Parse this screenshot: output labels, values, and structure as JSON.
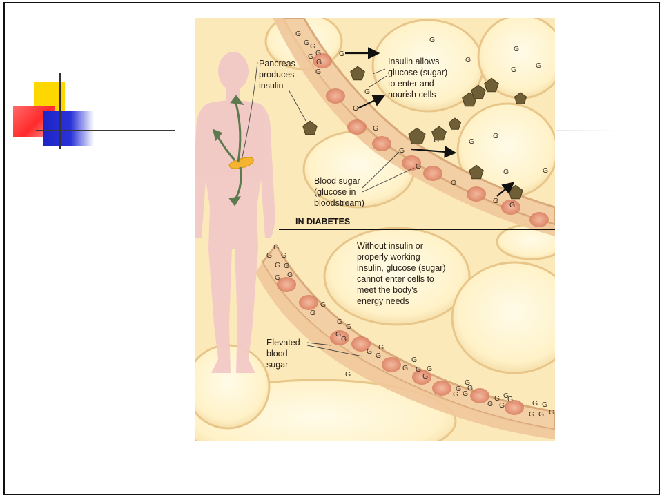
{
  "figure": {
    "labels": {
      "pancreas": [
        "Pancreas",
        "produces",
        "insulin"
      ],
      "insulin_allows": [
        "Insulin allows",
        "glucose (sugar)",
        "to enter and",
        "nourish cells"
      ],
      "blood_sugar": [
        "Blood sugar",
        "(glucose in",
        "bloodstream)"
      ],
      "section_heading": "IN DIABETES",
      "without_insulin": [
        "Without insulin or",
        "properly working",
        "insulin, glucose (sugar)",
        "cannot enter cells to",
        "meet the body's",
        "energy needs"
      ],
      "elevated": [
        "Elevated",
        "blood",
        "sugar"
      ]
    },
    "glucose_letter": "G",
    "colors": {
      "background": "#fdeec4",
      "cell": "#fff6d6",
      "vessel": "#efc79a",
      "red_cell": "#e59a7e",
      "body": "#f2c9c6",
      "pancreas": "#f4b431",
      "insulin": "#6f5e36",
      "arrow": "#5d7a4e",
      "deco_yellow": "#ffd700",
      "deco_red": "#ff3c3c",
      "deco_blue": "#1f27c9"
    },
    "icons": [
      "human-body-silhouette",
      "pancreas-icon",
      "insulin-molecule-icon",
      "glucose-marker",
      "red-blood-cell-icon"
    ]
  }
}
